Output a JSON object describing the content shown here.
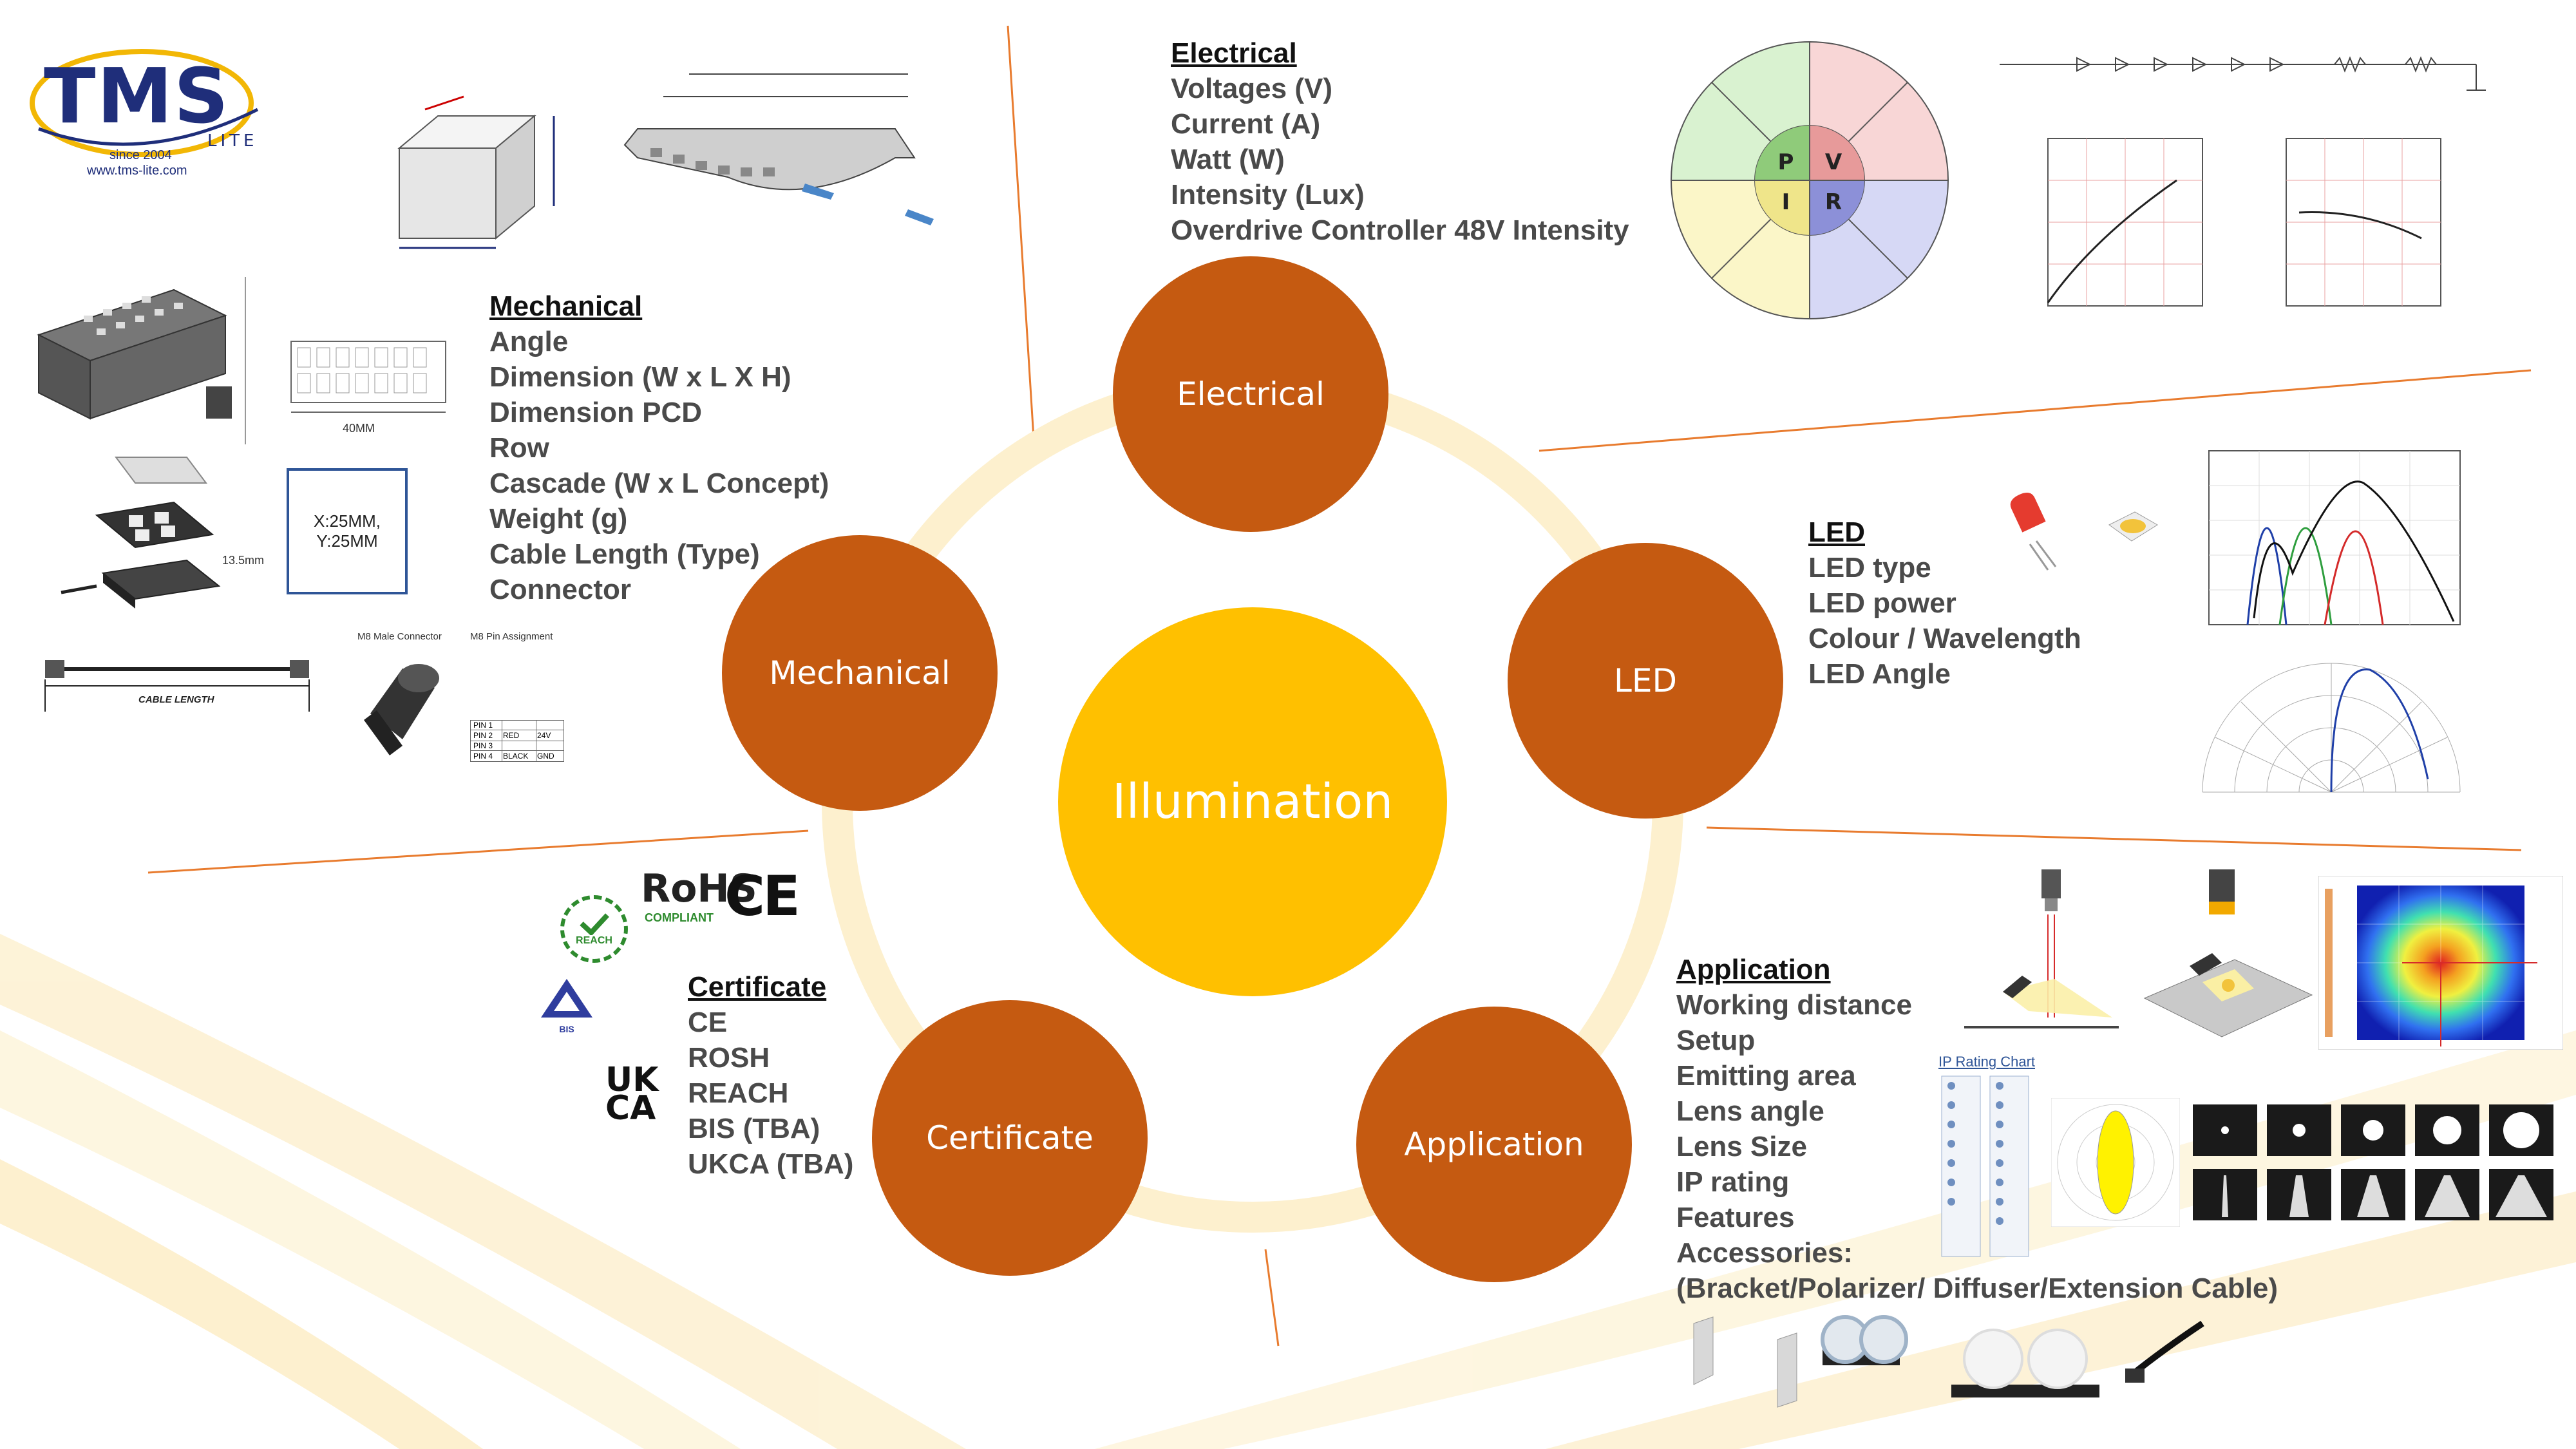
{
  "logo": {
    "brand": "TMS",
    "sub": "LITE",
    "since": "since 2004",
    "url": "www.tms-lite.com"
  },
  "center": {
    "label": "Illumination"
  },
  "nodes": {
    "electrical": "Electrical",
    "led": "LED",
    "application": "Application",
    "certificate": "Certificate",
    "mechanical": "Mechanical"
  },
  "electrical": {
    "heading": "Electrical",
    "items": [
      "Voltages (V)",
      "Current (A)",
      "Watt (W)",
      "Intensity (Lux)",
      "Overdrive Controller 48V Intensity"
    ]
  },
  "mechanical": {
    "heading": "Mechanical",
    "items": [
      "Angle",
      "Dimension (W x L X H)",
      "Dimension PCD",
      "Row",
      "Cascade (W x L Concept)",
      "Weight (g)",
      "Cable Length (Type)",
      "Connector"
    ]
  },
  "led": {
    "heading": "LED",
    "items": [
      "LED type",
      "LED power",
      "Colour / Wavelength",
      "LED Angle"
    ]
  },
  "application": {
    "heading": "Application",
    "items": [
      "Working distance",
      "Setup",
      "Emitting area",
      "Lens angle",
      "Lens Size",
      "IP rating",
      "Features",
      "Accessories:",
      "(Bracket/Polarizer/ Diffuser/Extension Cable)"
    ]
  },
  "certificate": {
    "heading": "Certificate",
    "items": [
      "CE",
      "ROSH",
      "REACH",
      "BIS (TBA)",
      "UKCA (TBA)"
    ]
  },
  "figures": {
    "mech_box_label_1": "X:25MM,",
    "mech_box_label_2": "Y:25MM",
    "mech_dim_40mm": "40MM",
    "cable_length": "CABLE LENGTH",
    "m8_male": "M8 Male Connector",
    "m8_pin": "M8 Pin Assignment",
    "pins": [
      [
        "PIN 1",
        "",
        ""
      ],
      [
        "PIN 2",
        "RED",
        "24V"
      ],
      [
        "PIN 3",
        "",
        ""
      ],
      [
        "PIN 4",
        "BLACK",
        "GND"
      ]
    ],
    "thickness": "13.5mm",
    "ip_chart": "IP Rating Chart",
    "wheel_letters": [
      "P",
      "V",
      "I",
      "R"
    ],
    "rohs": "RoHS",
    "rohs_sub": "COMPLIANT",
    "ce": "CE",
    "reach": "REACH",
    "bis": "BIS",
    "ukca_1": "UK",
    "ukca_2": "CA"
  },
  "colors": {
    "node": "#C55A11",
    "center": "#FFC000",
    "ring": "#FDF0CE",
    "accent_line": "#E87B2E"
  }
}
